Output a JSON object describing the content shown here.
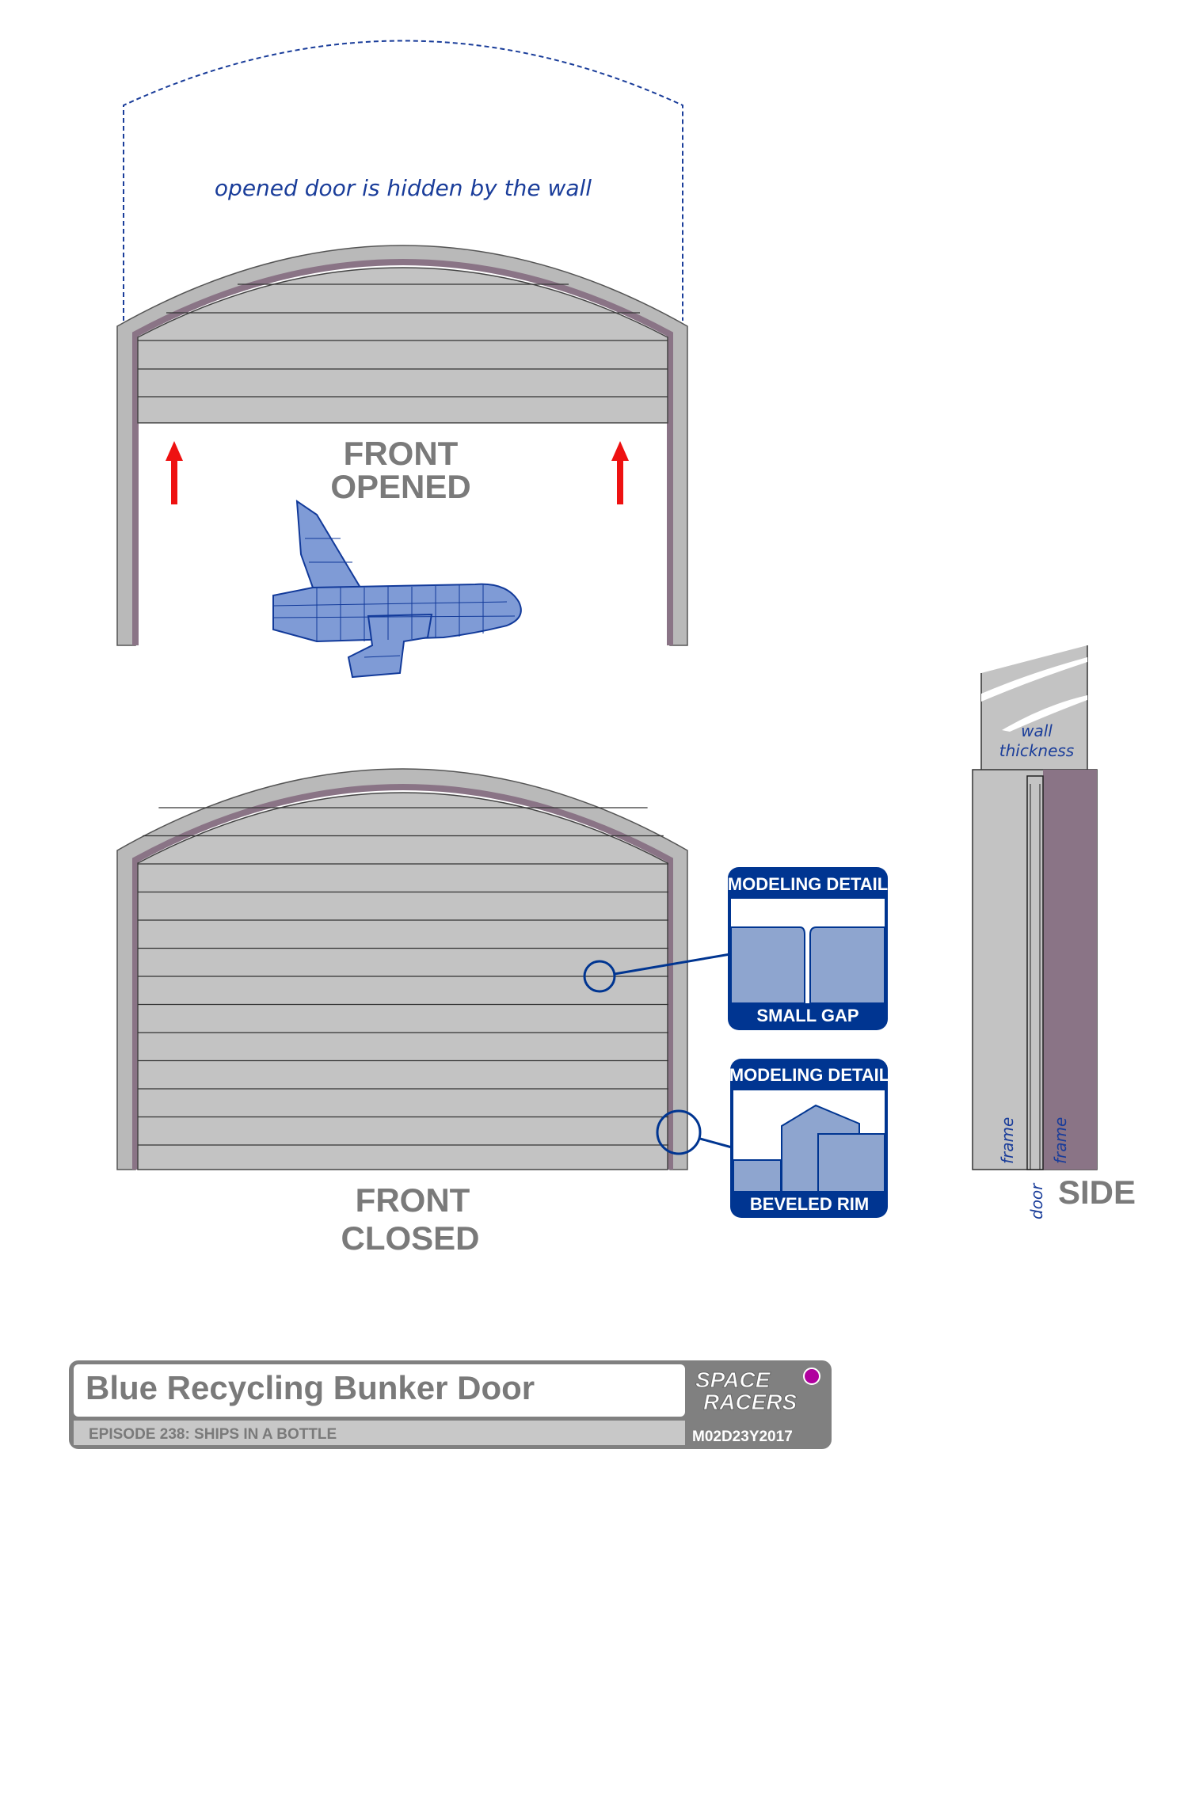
{
  "annotations": {
    "hidden_note": "opened door is hidden by the wall",
    "front_opened": [
      "FRONT",
      "OPENED"
    ],
    "front_closed": [
      "FRONT",
      "CLOSED"
    ],
    "side": "SIDE",
    "wall_thickness": [
      "wall",
      "thickness"
    ],
    "frame": "frame",
    "door": "door"
  },
  "details": [
    {
      "header": "MODELING DETAIL",
      "caption": "SMALL GAP"
    },
    {
      "header": "MODELING DETAIL",
      "caption": "BEVELED RIM"
    }
  ],
  "title_block": {
    "title": "Blue Recycling Bunker Door",
    "subtitle": "EPISODE 238: SHIPS IN A BOTTLE",
    "logo_text": [
      "SPACE",
      "RACERS"
    ],
    "date": "M02D23Y2017"
  },
  "colors": {
    "accent_blue": "#003591",
    "detail_fill": "#8ea5cf",
    "door_grey": "#c3c3c3",
    "frame_purple": "#8a7486",
    "arrow_red": "#ee1111",
    "status_dot": "#b0009e"
  }
}
